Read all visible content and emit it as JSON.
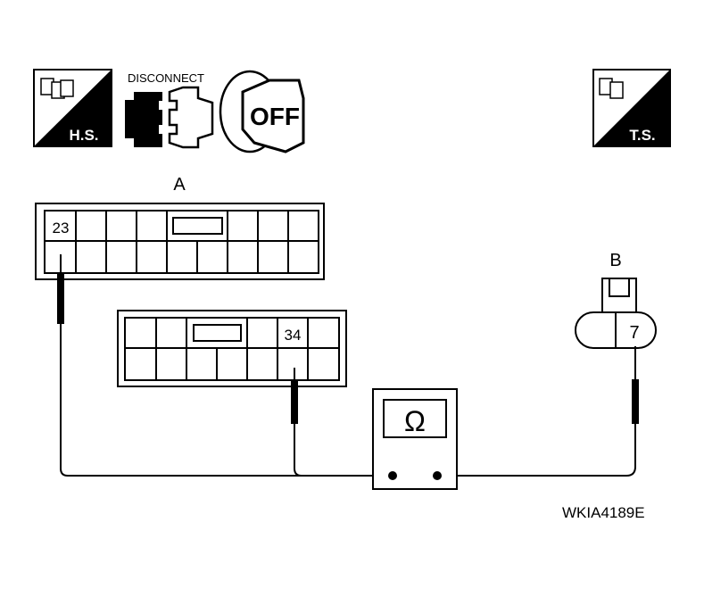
{
  "icons": {
    "hs": {
      "label": "H.S.",
      "name": "harness-side-icon"
    },
    "disconnect": {
      "label": "DISCONNECT",
      "name": "disconnect-connector-icon"
    },
    "ignition": {
      "label": "OFF",
      "name": "ignition-key-off-icon"
    },
    "ts": {
      "label": "T.S.",
      "name": "terminal-side-icon"
    }
  },
  "connector_a": {
    "label": "A",
    "terminal_1": "23",
    "terminal_2": "34"
  },
  "connector_b": {
    "label": "B",
    "terminal": "7"
  },
  "meter": {
    "symbol": "Ω",
    "name": "ohmmeter"
  },
  "figure_id": "WKIA4189E",
  "colors": {
    "line": "#000000",
    "background": "#ffffff"
  }
}
